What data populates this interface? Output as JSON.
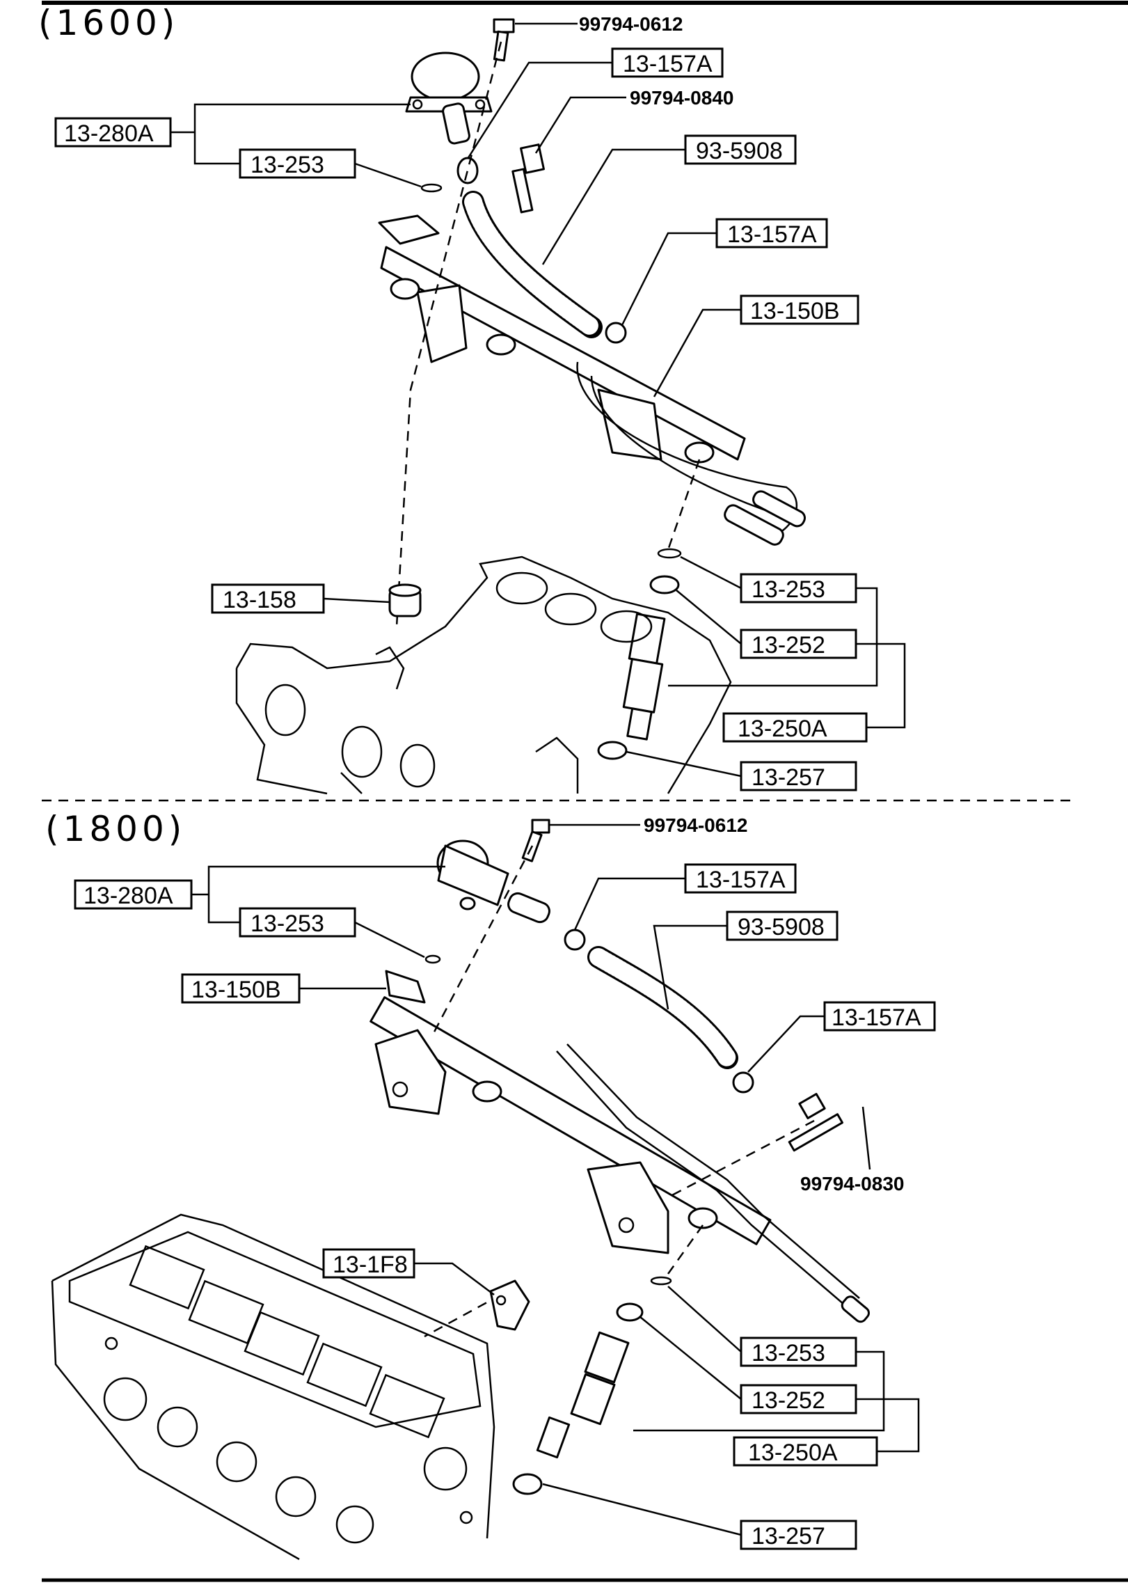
{
  "sections": [
    {
      "title": "(1600)",
      "callouts": {
        "screw_top": "99794-0612",
        "clip_a": "13-157A",
        "bolt_a": "99794-0840",
        "hose": "93-5908",
        "regulator": "13-280A",
        "oring_a": "13-253",
        "clip_b": "13-157A",
        "rail": "13-150B",
        "insulator": "13-158",
        "oring_b": "13-253",
        "grommet": "13-252",
        "injector": "13-250A",
        "seal": "13-257"
      }
    },
    {
      "title": "(1800)",
      "callouts": {
        "screw_top": "99794-0612",
        "clip_a": "13-157A",
        "regulator": "13-280A",
        "oring_a": "13-253",
        "hose": "93-5908",
        "rail": "13-150B",
        "clip_b": "13-157A",
        "bolt": "99794-0830",
        "sensor": "13-1F8",
        "oring_b": "13-253",
        "grommet": "13-252",
        "injector": "13-250A",
        "seal": "13-257"
      }
    }
  ],
  "icons": [
    "fuel-pressure-regulator-icon",
    "fuel-rail-icon",
    "fuel-injector-icon",
    "cylinder-head-icon",
    "hose-icon",
    "clip-icon",
    "bolt-icon"
  ]
}
